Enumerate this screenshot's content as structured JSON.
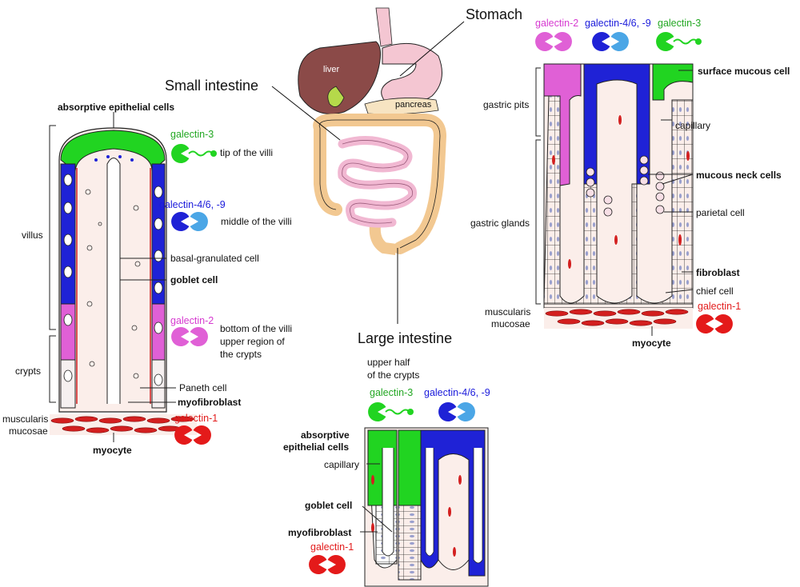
{
  "colors": {
    "galectin3": "#21d421",
    "galectin4": "#1f22d6",
    "galectin4b": "#4ba6e6",
    "galectin2": "#e060d6",
    "galectin1": "#e41a1a",
    "tissue": "#fbeeea",
    "muscle": "#d31f1f"
  },
  "organs": {
    "stomach": "Stomach",
    "small_intestine": "Small intestine",
    "large_intestine": "Large intestine",
    "liver": "liver",
    "pancreas": "pancreas"
  },
  "small_intestine": {
    "absorptive": "absorptive epithelial cells",
    "villus": "villus",
    "crypts": "crypts",
    "muscularis_line1": "muscularis",
    "muscularis_line2": "mucosae",
    "myocyte": "myocyte",
    "g3_name": "galectin-3",
    "g3_desc": "tip of the villi",
    "g4_name": "galectin-4/6, -9",
    "g4_desc": "middle of the villi",
    "basal": "basal-granulated cell",
    "goblet": "goblet cell",
    "g2_name": "galectin-2",
    "g2_desc1": "bottom of the villi",
    "g2_desc2": "upper region of",
    "g2_desc3": "the crypts",
    "paneth": "Paneth cell",
    "myofibroblast": "myofibroblast",
    "g1_name": "galectin-1"
  },
  "stomach": {
    "g2_name": "galectin-2",
    "g4_name": "galectin-4/6, -9",
    "g3_name": "galectin-3",
    "surface": "surface mucous cell",
    "gastric_pits": "gastric pits",
    "capillary": "capillary",
    "mucous_neck": "mucous neck cells",
    "gastric_glands": "gastric glands",
    "parietal": "parietal cell",
    "fibroblast": "fibroblast",
    "chief": "chief cell",
    "muscularis_line1": "muscularis",
    "muscularis_line2": "mucosae",
    "g1_name": "galectin-1",
    "myocyte": "myocyte"
  },
  "large_intestine": {
    "upper_line1": "upper half",
    "upper_line2": "of the crypts",
    "g3_name": "galectin-3",
    "g4_name": "galectin-4/6, -9",
    "absorptive_line1": "absorptive",
    "absorptive_line2": "epithelial cells",
    "capillary": "capillary",
    "goblet": "goblet cell",
    "myofibroblast": "myofibroblast",
    "g1_name": "galectin-1"
  }
}
